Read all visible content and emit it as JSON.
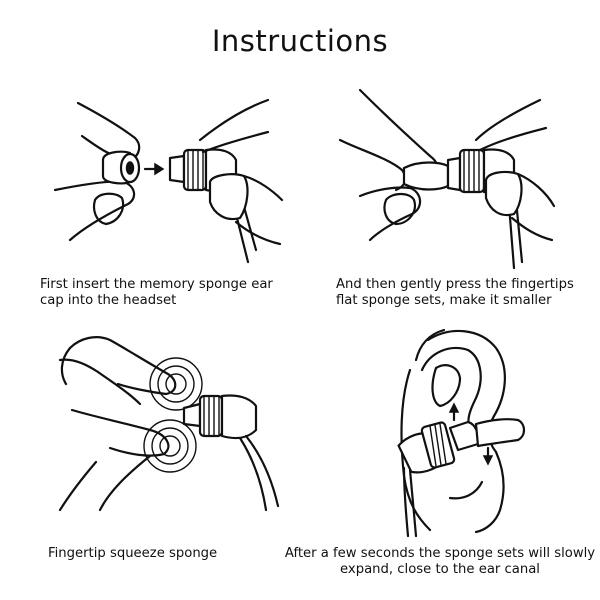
{
  "title": "Instructions",
  "steps": [
    {
      "caption": "First insert the memory sponge ear\ncap into the headset"
    },
    {
      "caption": "And then gently press the fingertips\nflat sponge sets, make it smaller"
    },
    {
      "caption": "Fingertip squeeze sponge"
    },
    {
      "caption": "After a few seconds the sponge sets will slowly\nexpand, close to the ear canal"
    }
  ],
  "icons": [
    "finger-hand-icon",
    "sponge-tip-icon",
    "earphone-icon",
    "arrow-icon",
    "ear-icon",
    "pressure-rings-icon"
  ]
}
